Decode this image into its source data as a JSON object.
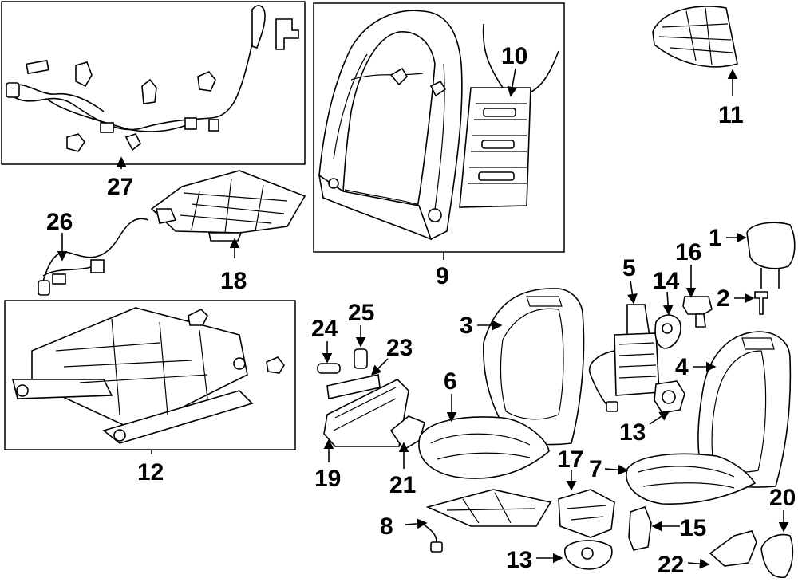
{
  "callouts": {
    "n1": "1",
    "n2": "2",
    "n3": "3",
    "n4": "4",
    "n5": "5",
    "n6": "6",
    "n7": "7",
    "n8": "8",
    "n9": "9",
    "n10": "10",
    "n11": "11",
    "n12": "12",
    "n13a": "13",
    "n13b": "13",
    "n14": "14",
    "n15": "15",
    "n16": "16",
    "n17": "17",
    "n18": "18",
    "n19": "19",
    "n20": "20",
    "n21": "21",
    "n22": "22",
    "n23": "23",
    "n24": "24",
    "n25": "25",
    "n26": "26",
    "n27": "27"
  }
}
